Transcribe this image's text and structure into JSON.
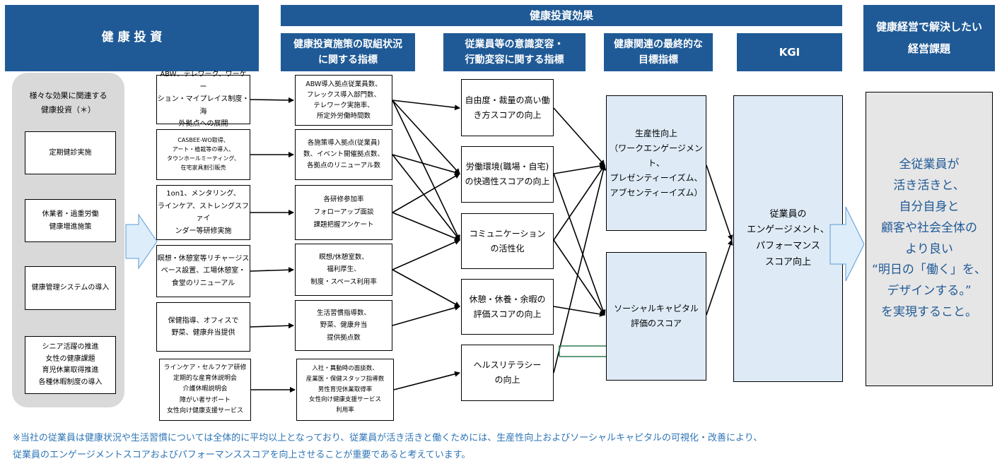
{
  "headers": {
    "investment": "健 康 投 資",
    "effect": "健康投資効果",
    "col_initiative": "健康投資施策の取組状況\nに関する指標",
    "col_awareness": "従業員等の意識変容・\n行動変容に関する指標",
    "col_final": "健康関連の最終的な\n目標指標",
    "col_kgi": "KGI",
    "col_issue": "健康経営で解決したい\n経営課題"
  },
  "left_panel": {
    "title": "様々な効果に関連する\n健康投資（＊）",
    "items": [
      "定期健診実施",
      "休業者・過重労働\n健康増進施策",
      "健康管理システムの導入",
      "シニア活躍の推進\n女性の健康課題\n育児休業取得推進\n各種休暇制度の導入"
    ]
  },
  "measures": [
    "ABW、テレワーク、ワーケー\nション・マイプレイス制度・海\n外拠点への展開",
    "CASBEE-WO取得、\nアート・植栽等の導入、\nタウンホールミーティング、\n在宅家具割引販売",
    "1on1、メンタリング、\nラインケア、ストレングスファイ\nンダー等研修実施",
    "瞑想・休憩室等リチャージス\nペース設置、工場休憩室・\n食堂のリニューアル",
    "保健指導、オフィスで\n野菜、健康弁当提供",
    "ラインケア・セルフケア研修\n定期的な産育休説明会\n介護休暇説明会\n障がい者サポート\n女性向け健康支援サービス"
  ],
  "indicators": [
    "ABW導入拠点従業員数、\nフレックス導入部門数、\nテレワーク実施率、\n所定外労働時間数",
    "各施策導入拠点(従業員)\n数、イベント開催拠点数、\n各拠点のリニューアル数",
    "各研修参加率\nフォローアップ面談\n課題把握アンケート",
    "瞑想/休憩室数、\n福利厚生、\n制度・スペース利用率",
    "生活習慣指導数、\n野菜、健康弁当\n提供拠点数",
    "入社・異動時の面談数、\n産業医・保健スタッフ指導数\n男性育児休業取得率\n女性向け健康支援サービス\n利用率"
  ],
  "awareness": [
    "自由度・裁量の高い働\nき方スコアの向上",
    "労働環境(職場・自宅)\nの快適性スコアの向上",
    "コミュニケーション\nの活性化",
    "休憩・休養・余暇の\n評価スコアの向上",
    "ヘルスリテラシー\nの向上"
  ],
  "final_targets": [
    "生産性向上\n（ワークエンゲージメント、\nプレゼンティーイズム、\nアブセンティーイズム）",
    "ソーシャルキャピタル\n評価のスコア"
  ],
  "kgi": "従業員の\nエンゲージメント、\nパフォーマンス\nスコア向上",
  "issue": "全従業員が\n活き活きと、\n自分自身と\n顧客や社会全体の\nより良い\n“明日の「働く」を、\nデザインする。”\nを実現すること。",
  "footnote": [
    "※当社の従業員は健康状況や生活習慣については全体的に平均以上となっており、従業員が活き活きと働くためには、生産性向上およびソーシャルキャピタルの可視化・改善により、",
    "従業員のエンゲージメントスコアおよびパフォーマンススコアを向上させることが重要であると考えています。"
  ],
  "colors": {
    "header": "#1f5a96",
    "light_blue": "#deebf7",
    "gray": "#e7e6e6",
    "footnote": "#2e75b6",
    "issue_text": "#1f5a96",
    "arrow_fill": "#ddeefa"
  }
}
